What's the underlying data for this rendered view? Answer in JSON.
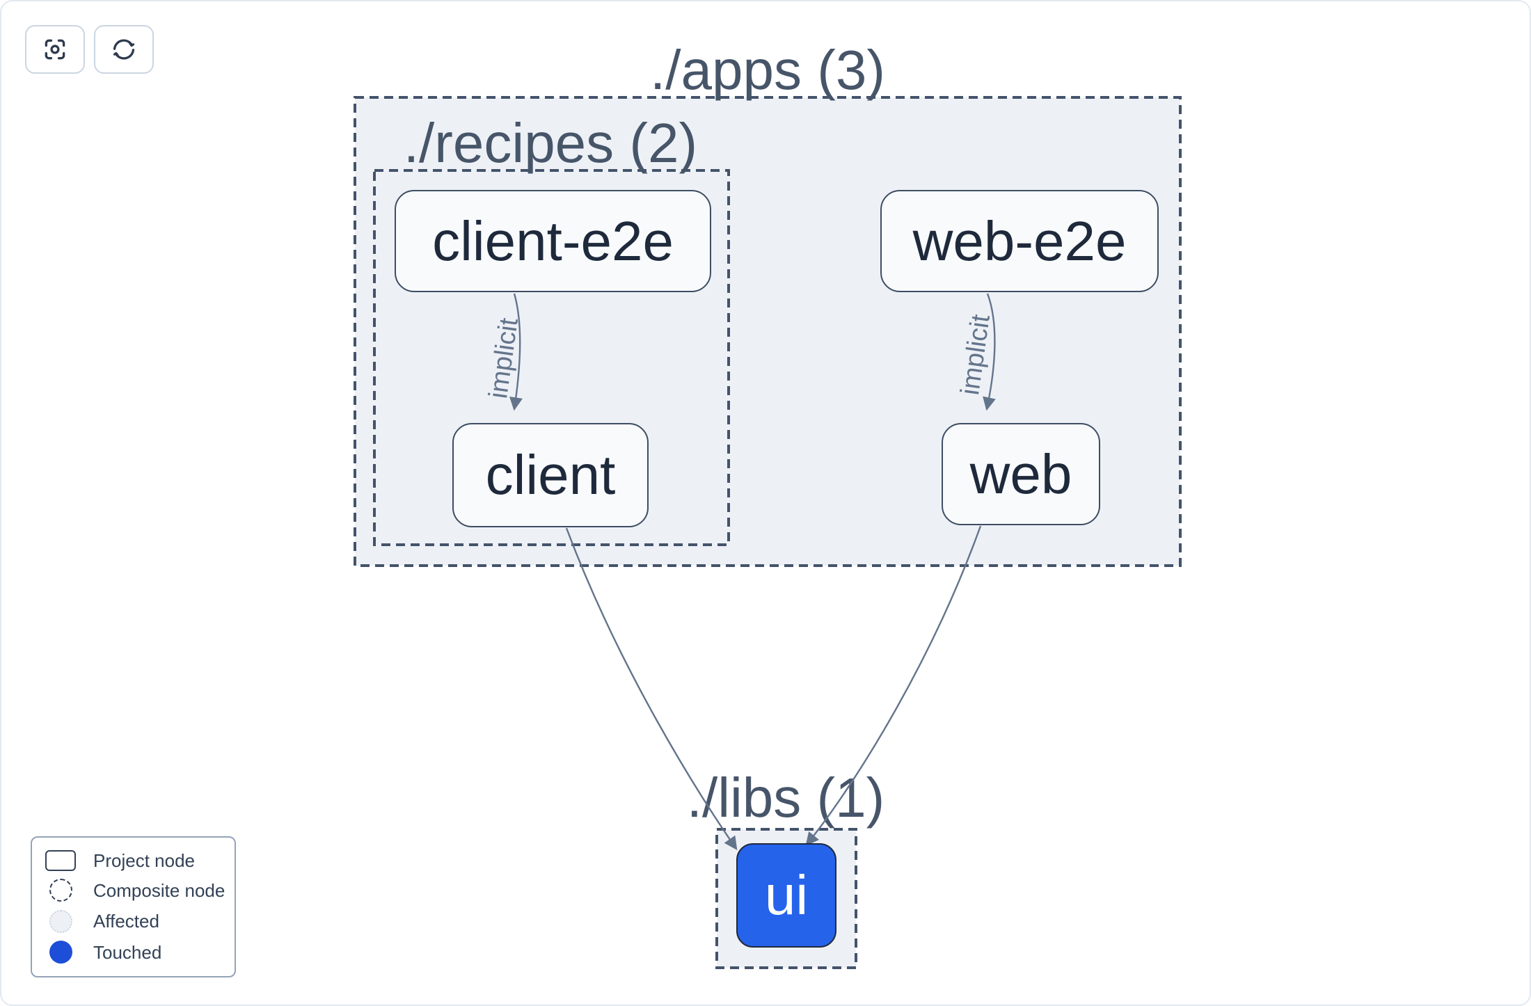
{
  "toolbar": {
    "buttons": [
      {
        "name": "center-graph",
        "icon": "focus-icon"
      },
      {
        "name": "refresh-graph",
        "icon": "refresh-icon"
      }
    ]
  },
  "groups": [
    {
      "id": "apps",
      "label": "./apps (3)"
    },
    {
      "id": "recipes",
      "label": "./recipes (2)"
    },
    {
      "id": "libs",
      "label": "./libs (1)"
    }
  ],
  "nodes": [
    {
      "id": "client-e2e",
      "label": "client-e2e",
      "state": "project"
    },
    {
      "id": "web-e2e",
      "label": "web-e2e",
      "state": "project"
    },
    {
      "id": "client",
      "label": "client",
      "state": "project"
    },
    {
      "id": "web",
      "label": "web",
      "state": "project"
    },
    {
      "id": "ui",
      "label": "ui",
      "state": "touched"
    }
  ],
  "edges": [
    {
      "from": "client-e2e",
      "to": "client",
      "label": "implicit"
    },
    {
      "from": "web-e2e",
      "to": "web",
      "label": "implicit"
    },
    {
      "from": "client",
      "to": "ui",
      "label": ""
    },
    {
      "from": "web",
      "to": "ui",
      "label": ""
    }
  ],
  "legend": {
    "items": [
      {
        "icon": "project-node-icon",
        "label": "Project node"
      },
      {
        "icon": "composite-node-icon",
        "label": "Composite node"
      },
      {
        "icon": "affected-icon",
        "label": "Affected"
      },
      {
        "icon": "touched-icon",
        "label": "Touched"
      }
    ]
  },
  "colors": {
    "touched_node_fill": "#2563eb",
    "legend_touched_dot": "#1d4ed8",
    "container_fill": "#edf1f6",
    "dashed_border": "#44536b",
    "node_border": "#3e4d63",
    "node_fill": "#f8fafc",
    "node_text": "#1e293b",
    "edge": "#64748b",
    "group_label_text": "#475569"
  }
}
